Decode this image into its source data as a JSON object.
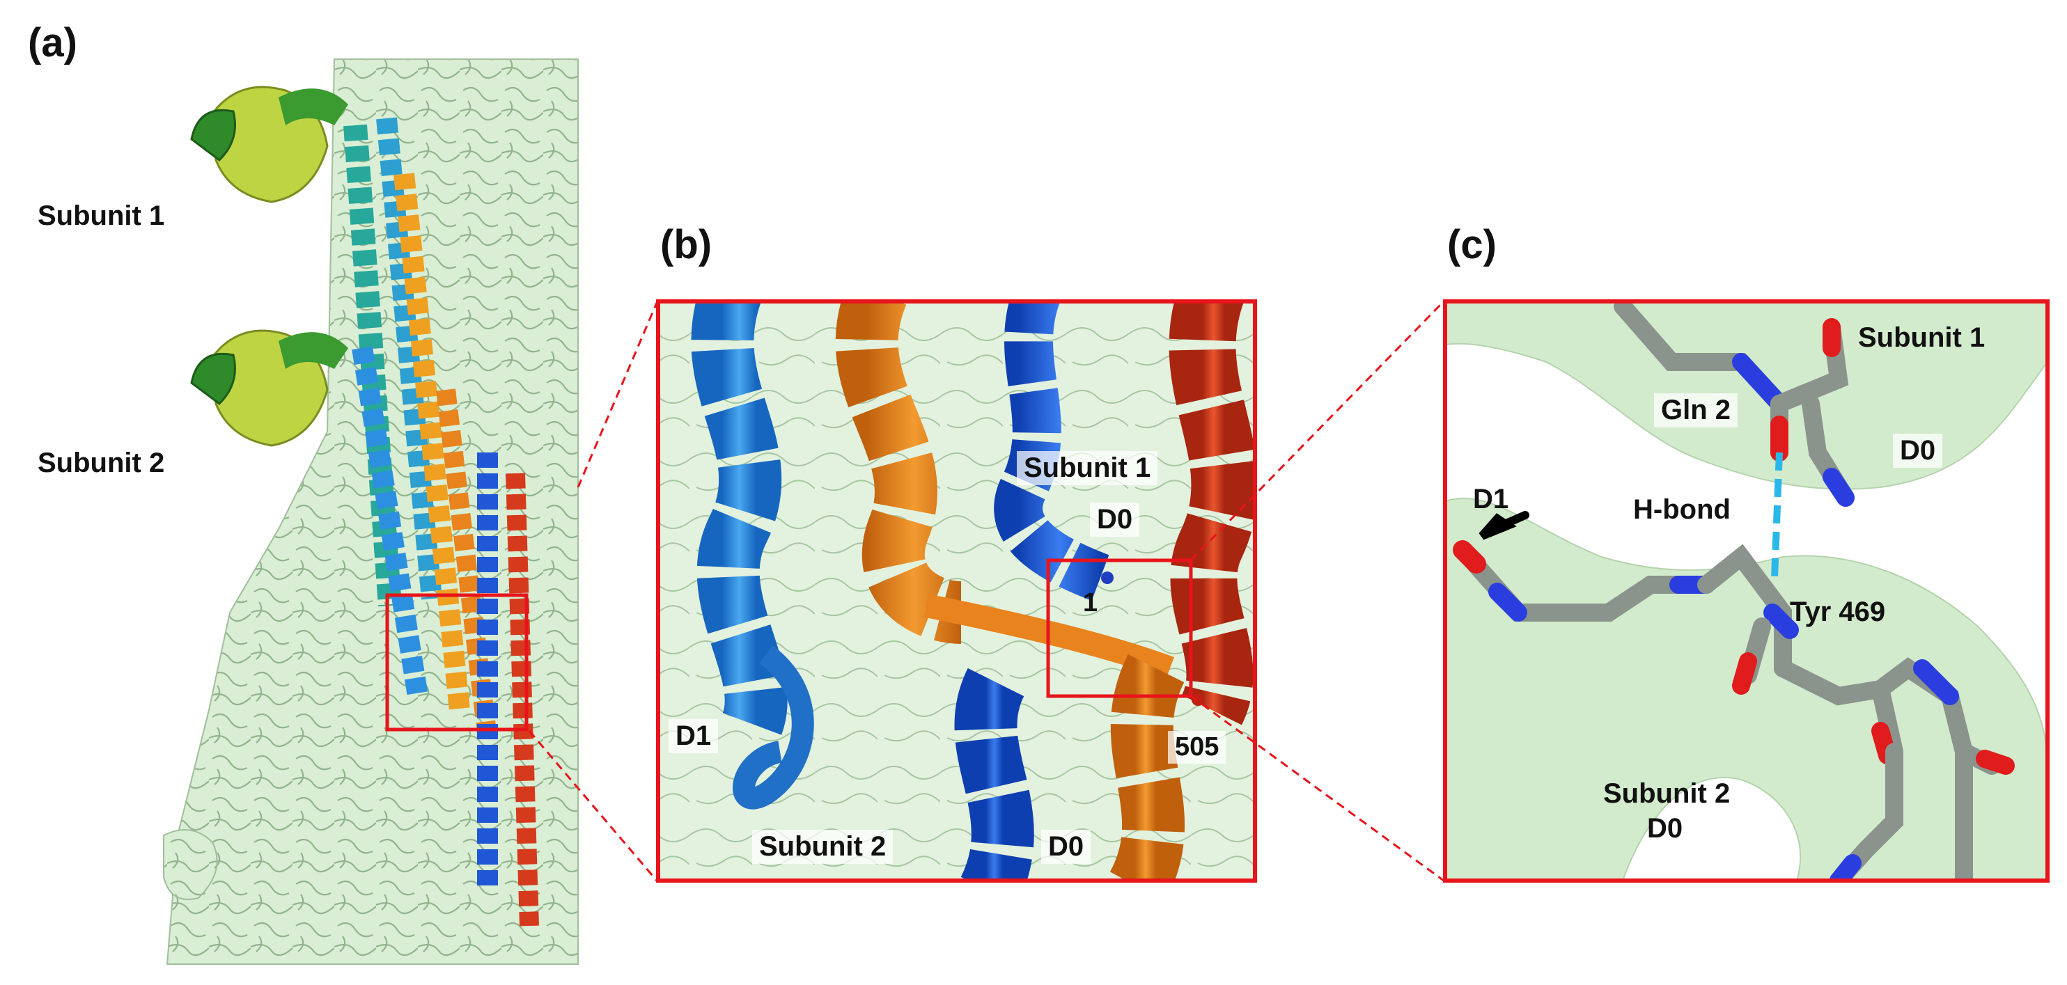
{
  "panels": {
    "a": {
      "letter": "(a)",
      "labels": {
        "subunit1": "Subunit 1",
        "subunit2": "Subunit 2"
      }
    },
    "b": {
      "letter": "(b)",
      "labels": {
        "subunit1": "Subunit 1",
        "d0_top": "D0",
        "residue_1": "1",
        "residue_505": "505",
        "d1": "D1",
        "subunit2": "Subunit 2",
        "d0_bottom": "D0"
      }
    },
    "c": {
      "letter": "(c)",
      "labels": {
        "subunit1": "Subunit 1",
        "gln2": "Gln 2",
        "d0_top": "D0",
        "d1": "D1",
        "hbond": "H-bond",
        "tyr469": "Tyr 469",
        "subunit2": "Subunit 2",
        "d0_bottom": "D0"
      }
    }
  },
  "colors": {
    "density": "#d6ecd2",
    "density_edge": "#8fae8a",
    "highlight_box": "#e8141b",
    "helix_blue": "#1f57d6",
    "helix_lightblue": "#2d8fe0",
    "helix_orange": "#e8831d",
    "helix_red": "#d63a1d",
    "helix_teal": "#27a89a",
    "sheet_green": "#2f8a2a",
    "sheet_yellow": "#c6d63a",
    "stick_gray": "#7f8a80",
    "nitrogen_blue": "#2a3ee0",
    "oxygen_red": "#e01c1c",
    "hbond_cyan": "#2ab8e8"
  }
}
